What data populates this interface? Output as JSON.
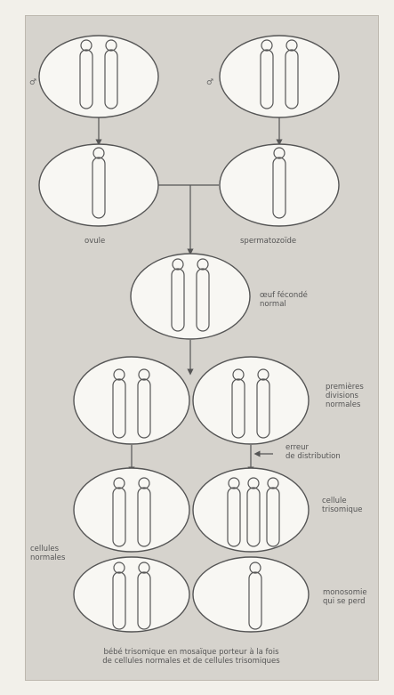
{
  "labels": {
    "female_symbol": "♂",
    "male_symbol": "♂",
    "ovule": "ovule",
    "spermatozoide": "spermatozoïde",
    "oeuf": [
      "œuf fécondé",
      "normal"
    ],
    "divisions": [
      "premières",
      "divisions",
      "normales"
    ],
    "erreur": [
      "erreur",
      "de distribution"
    ],
    "trisomique": [
      "cellule",
      "trisomique"
    ],
    "normales": [
      "cellules",
      "normales"
    ],
    "monosomie": [
      "monosomie",
      "qui se perd"
    ]
  },
  "caption": [
    "bébé trisomique en mosaïque porteur à la fois",
    "de cellules normales et de cellules trisomiques"
  ],
  "colors": {
    "panel": "#d6d3cd",
    "cell_fill": "#f8f7f3",
    "stroke": "#555555"
  }
}
